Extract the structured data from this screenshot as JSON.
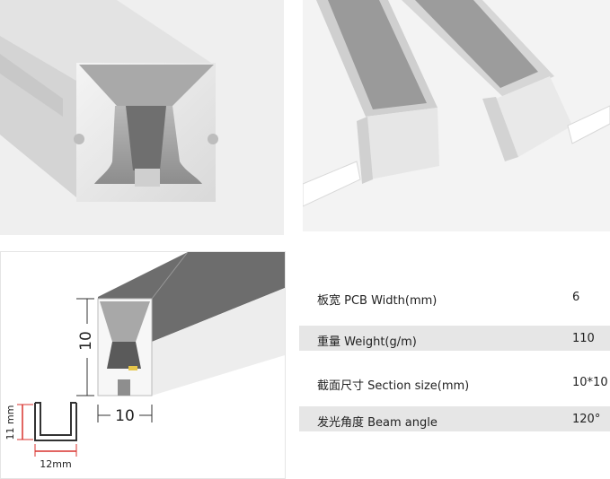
{
  "dimensions": {
    "height_mm": "11 mm",
    "width_mm": "12mm",
    "profile_height": "10",
    "profile_width": "10"
  },
  "specs": [
    {
      "label": "板宽 PCB Width(mm)",
      "value": "6"
    },
    {
      "label": "重量 Weight(g/m)",
      "value": "110"
    },
    {
      "label": "截面尺寸 Section size(mm)",
      "value": "10*10"
    },
    {
      "label": "发光角度 Beam angle",
      "value": "120°"
    }
  ],
  "colors": {
    "dimension_red": "#d8322e",
    "table_shade": "#e6e6e6"
  }
}
